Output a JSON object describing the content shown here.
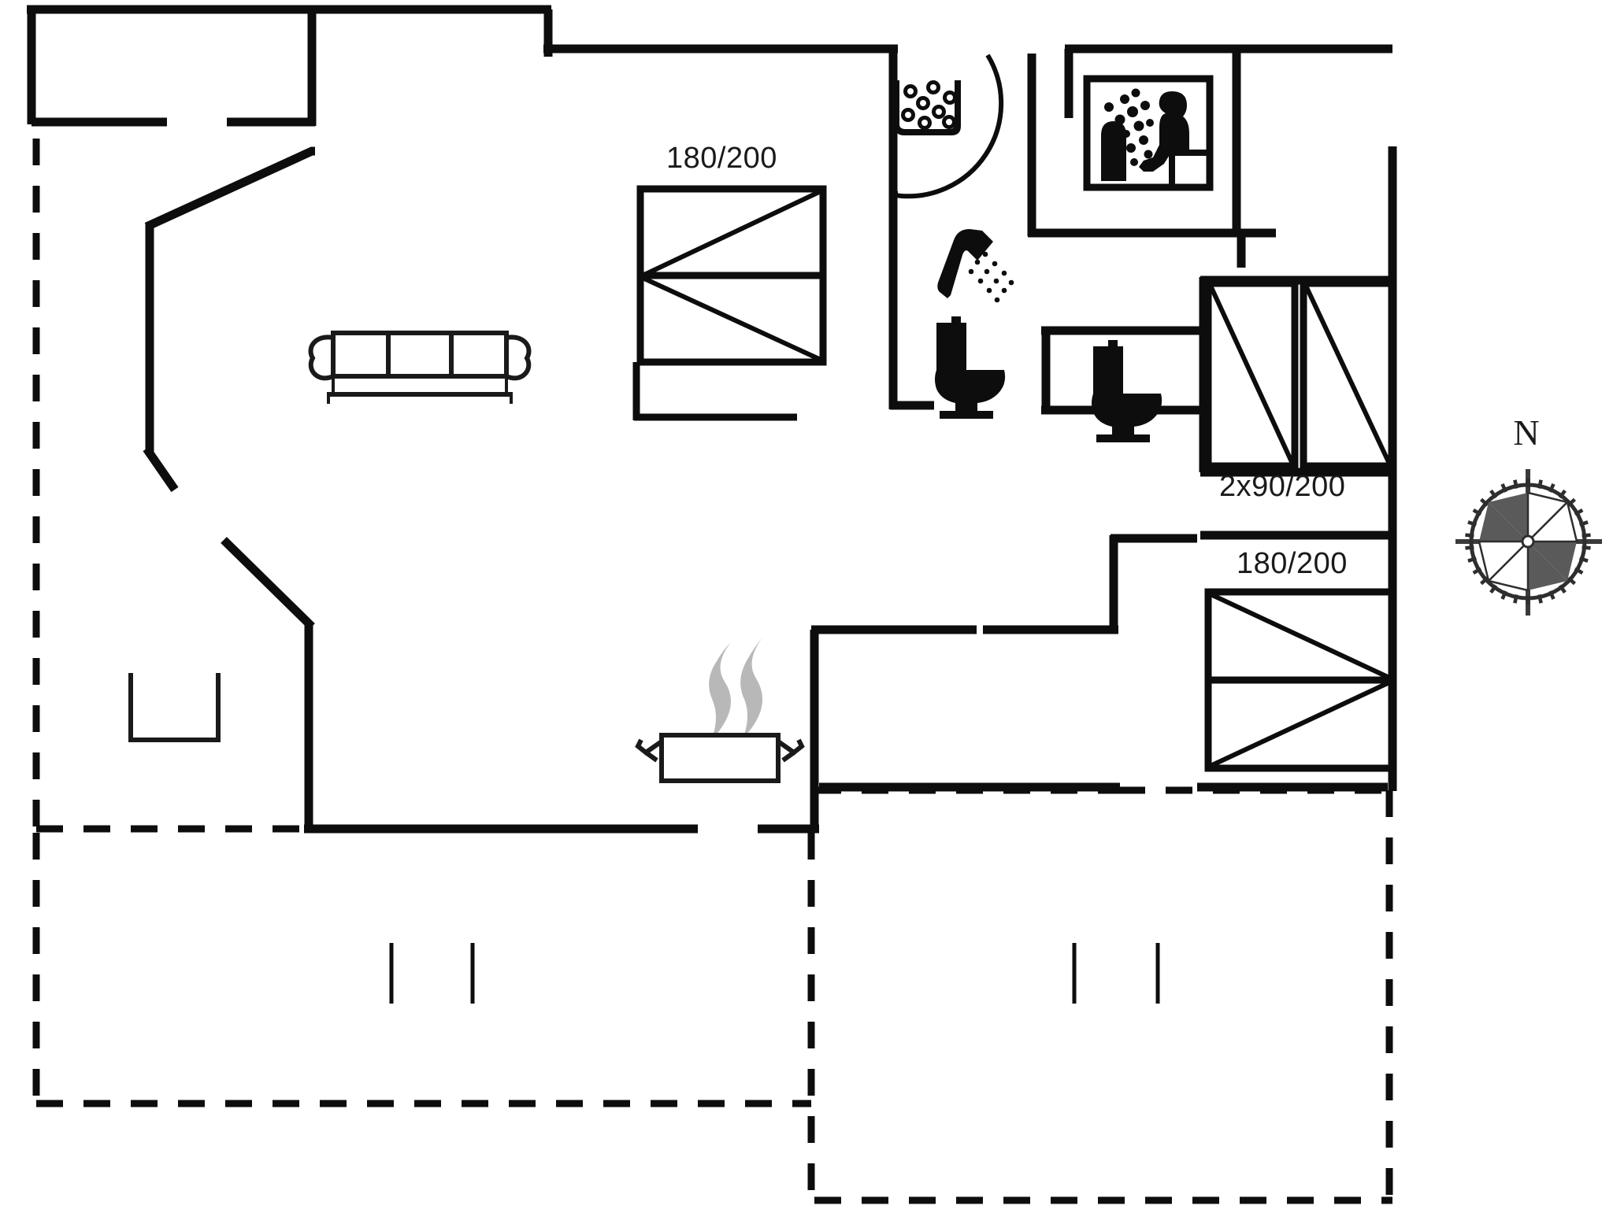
{
  "document": {
    "type": "architectural-floor-plan",
    "title": "Holiday House Floor Plan",
    "background_color": "#ffffff",
    "line_color": "#0d0d0d",
    "steam_color": "#b8b8b8"
  },
  "labels": {
    "bed_master_top": "180/200",
    "bed_twin_right": "2x90/200",
    "bed_master_bottom": "180/200",
    "compass_north": "N"
  },
  "rooms": [
    {
      "name": "living-room",
      "icons": [
        "sofa-icon"
      ]
    },
    {
      "name": "bedroom-top",
      "icons": [
        "double-bed-icon"
      ],
      "dimension": "180/200"
    },
    {
      "name": "utility-room",
      "icons": [
        "washing-machine-icon"
      ]
    },
    {
      "name": "bathroom-shower",
      "icons": [
        "shower-icon",
        "toilet-icon"
      ]
    },
    {
      "name": "sauna",
      "icons": [
        "sauna-icon"
      ]
    },
    {
      "name": "bathroom-second",
      "icons": [
        "toilet-icon"
      ]
    },
    {
      "name": "bedroom-twin",
      "icons": [
        "single-bed-icon",
        "single-bed-icon"
      ],
      "dimension": "2x90/200"
    },
    {
      "name": "bedroom-bottom",
      "icons": [
        "double-bed-icon"
      ],
      "dimension": "180/200"
    },
    {
      "name": "kitchen",
      "icons": [
        "cooking-pot-icon"
      ]
    },
    {
      "name": "terrace-left",
      "icons": []
    },
    {
      "name": "terrace-right",
      "icons": []
    }
  ],
  "icons": [
    {
      "name": "sofa-icon",
      "description": "three-seat sofa with rolled arms"
    },
    {
      "name": "double-bed-icon",
      "description": "double bed plan symbol with crossed diagonals"
    },
    {
      "name": "single-bed-icon",
      "description": "single bed plan symbol with diagonal"
    },
    {
      "name": "washing-machine-icon",
      "description": "tub with bubbles"
    },
    {
      "name": "shower-icon",
      "description": "shower head with water spray"
    },
    {
      "name": "toilet-icon",
      "description": "toilet silhouette"
    },
    {
      "name": "sauna-icon",
      "description": "person seated on bench with heat stove and steam dots"
    },
    {
      "name": "cooking-pot-icon",
      "description": "cooking pot with rising steam"
    },
    {
      "name": "compass-rose-icon",
      "description": "compass rose indicating north"
    }
  ]
}
